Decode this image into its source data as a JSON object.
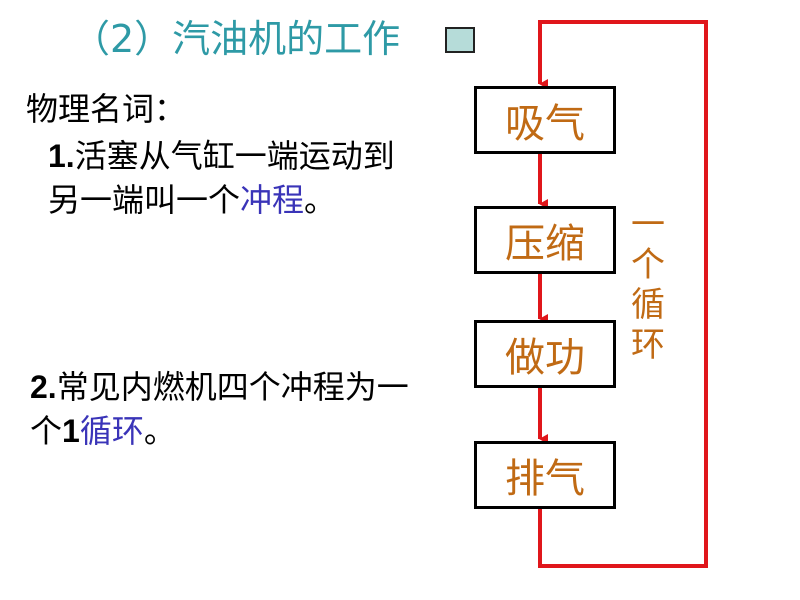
{
  "title": "（2）汽油机的工作",
  "terms_heading": "物理名词：",
  "definition_1": {
    "number": "1.",
    "text": "活塞从气缸一端运动到另一端叫一个",
    "highlight": "冲程",
    "end": "。"
  },
  "definition_2": {
    "number": "2.",
    "text": "常见内燃机四个冲程为一个",
    "number_inline": "1",
    "highlight": "循环",
    "end": "。"
  },
  "stages": [
    "吸气",
    "压缩",
    "做功",
    "排气"
  ],
  "cycle_label": [
    "一",
    "个",
    "循",
    "环"
  ],
  "colors": {
    "title": "#2e9aa6",
    "stage_text": "#c06a14",
    "highlight": "#3a34b8",
    "arrows": "#e0161b"
  }
}
